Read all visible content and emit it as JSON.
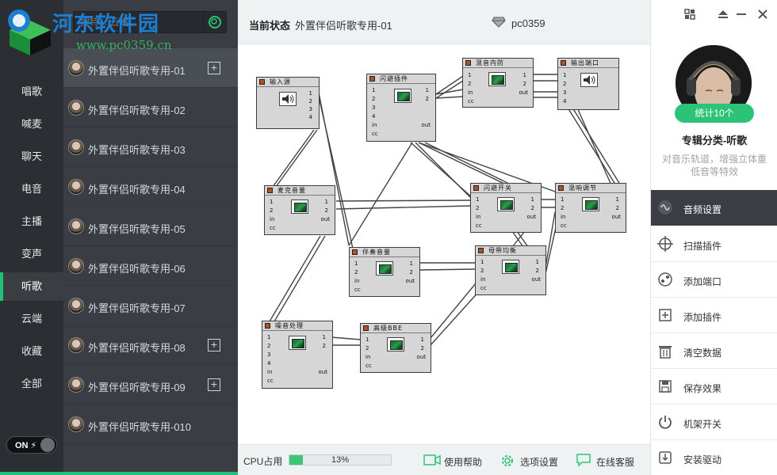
{
  "watermark": {
    "line1": "河东软件园",
    "line2": "www.pc0359.cn"
  },
  "leftnav": {
    "items": [
      {
        "label": "唱歌",
        "active": false
      },
      {
        "label": "喊麦",
        "active": false
      },
      {
        "label": "聊天",
        "active": false
      },
      {
        "label": "电音",
        "active": false
      },
      {
        "label": "主播",
        "active": false
      },
      {
        "label": "变声",
        "active": false
      },
      {
        "label": "听歌",
        "active": true
      },
      {
        "label": "云端",
        "active": false
      },
      {
        "label": "收藏",
        "active": false
      },
      {
        "label": "全部",
        "active": false
      }
    ],
    "toggle_label": "ON ⚡"
  },
  "search": {
    "placeholder": "搜特... 云端..."
  },
  "list": {
    "items": [
      {
        "label": "外置伴侣听歌专用-01",
        "active": true,
        "has_add": true
      },
      {
        "label": "外置伴侣听歌专用-02",
        "active": false,
        "has_add": false
      },
      {
        "label": "外置伴侣听歌专用-03",
        "active": false,
        "has_add": false
      },
      {
        "label": "外置伴侣听歌专用-04",
        "active": false,
        "has_add": false
      },
      {
        "label": "外置伴侣听歌专用-05",
        "active": false,
        "has_add": false
      },
      {
        "label": "外置伴侣听歌专用-06",
        "active": false,
        "has_add": false
      },
      {
        "label": "外置伴侣听歌专用-07",
        "active": false,
        "has_add": false
      },
      {
        "label": "外置伴侣听歌专用-08",
        "active": false,
        "has_add": true
      },
      {
        "label": "外置伴侣听歌专用-09",
        "active": false,
        "has_add": true
      },
      {
        "label": "外置伴侣听歌专用-010",
        "active": false,
        "has_add": false
      }
    ],
    "add_symbol": "+"
  },
  "topbar": {
    "status_label": "当前状态",
    "status_value": "外置伴侣听歌专用-01",
    "user": "pc0359"
  },
  "nodes": [
    {
      "id": "input",
      "title": "输入源",
      "ports_left": [],
      "ports_right": [
        "1",
        "2",
        "3",
        "4"
      ],
      "icon": "speaker-icon"
    },
    {
      "id": "flash-plugin",
      "title": "闪避插件",
      "ports_left": [
        "1",
        "2",
        "3",
        "4",
        "in",
        "cc"
      ],
      "ports_right": [
        "1",
        "2",
        "out"
      ],
      "icon": "wave-icon"
    },
    {
      "id": "feedback-prevent",
      "title": "混音内防",
      "ports_left": [
        "1",
        "2",
        "in",
        "cc"
      ],
      "ports_right": [
        "1",
        "2",
        "out"
      ],
      "icon": "wave-icon"
    },
    {
      "id": "output",
      "title": "输出端口",
      "ports_left": [
        "1",
        "2",
        "3",
        "4"
      ],
      "ports_right": [],
      "icon": "speaker-icon"
    },
    {
      "id": "mic-volume",
      "title": "麦克音量",
      "ports_left": [
        "1",
        "2",
        "in",
        "cc"
      ],
      "ports_right": [
        "1",
        "2",
        "out"
      ],
      "icon": "wave-icon"
    },
    {
      "id": "flash-switch",
      "title": "闪避开关",
      "ports_left": [
        "1",
        "2",
        "in",
        "cc"
      ],
      "ports_right": [
        "1",
        "2",
        "out"
      ],
      "icon": "wave-icon"
    },
    {
      "id": "mix-adjust",
      "title": "混响调节",
      "ports_left": [
        "1",
        "2",
        "in",
        "cc"
      ],
      "ports_right": [
        "1",
        "2",
        "out"
      ],
      "icon": "wave-icon"
    },
    {
      "id": "accompany-volume",
      "title": "伴奏音量",
      "ports_left": [
        "1",
        "2",
        "in",
        "cc"
      ],
      "ports_right": [
        "1",
        "2",
        "out"
      ],
      "icon": "wave-icon"
    },
    {
      "id": "mother-balance",
      "title": "母带均衡",
      "ports_left": [
        "1",
        "2",
        "in",
        "cc"
      ],
      "ports_right": [
        "1",
        "2",
        "out"
      ],
      "icon": "wave-icon"
    },
    {
      "id": "noise-process",
      "title": "噪音处理",
      "ports_left": [
        "1",
        "2",
        "3",
        "4",
        "in",
        "cc"
      ],
      "ports_right": [
        "1",
        "2",
        "out"
      ],
      "icon": "wave-icon"
    },
    {
      "id": "bbe",
      "title": "高级BBE",
      "ports_left": [
        "1",
        "2",
        "in",
        "cc"
      ],
      "ports_right": [
        "1",
        "2",
        "out"
      ],
      "icon": "wave-icon"
    }
  ],
  "bottombar": {
    "cpu_label": "CPU占用",
    "cpu_value": 13,
    "cpu_text": "13%",
    "help": "使用帮助",
    "options": "选项设置",
    "support": "在线客服"
  },
  "rightpanel": {
    "badge": "统计10个",
    "album_title": "专辑分类-听歌",
    "album_desc": "对音乐轨道，增强立体重低音等特效",
    "menu": [
      {
        "label": "音频设置",
        "icon": "audio-settings-icon",
        "active": true
      },
      {
        "label": "扫描插件",
        "icon": "scan-icon",
        "active": false
      },
      {
        "label": "添加端口",
        "icon": "add-port-icon",
        "active": false
      },
      {
        "label": "添加插件",
        "icon": "add-plugin-icon",
        "active": false
      },
      {
        "label": "清空数据",
        "icon": "trash-icon",
        "active": false
      },
      {
        "label": "保存效果",
        "icon": "save-icon",
        "active": false
      },
      {
        "label": "机架开关",
        "icon": "power-icon",
        "active": false
      },
      {
        "label": "安装驱动",
        "icon": "driver-icon",
        "active": false
      }
    ]
  },
  "colors": {
    "accent": "#22c178",
    "sidebar": "#2b2e33",
    "list_bg": "#3a3e44"
  }
}
